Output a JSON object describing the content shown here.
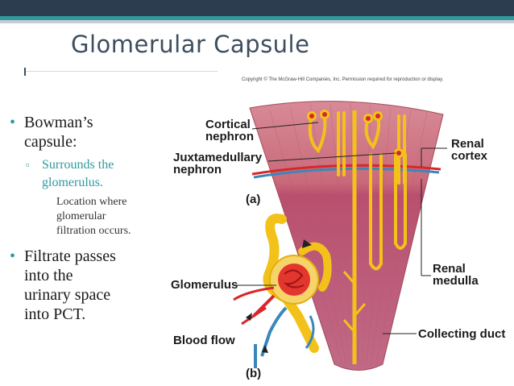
{
  "slide": {
    "title": "Glomerular Capsule"
  },
  "bullets": {
    "b1_text_1": "Bowman’s",
    "b1_text_2": "capsule:",
    "b1_sub_text_1": "Surrounds the",
    "b1_sub_text_2": "glomerulus.",
    "b1_subsub_1": "Location where",
    "b1_subsub_2": "glomerular",
    "b1_subsub_3": "filtration occurs.",
    "b2_text_1": "Filtrate passes",
    "b2_text_2": "into the",
    "b2_text_3": "urinary space",
    "b2_text_4": "into PCT.",
    "level1_marker": "•",
    "level2_marker": "▫",
    "level3_marker": ""
  },
  "figure": {
    "copyright": "Copyright © The McGraw-Hill Companies, Inc. Permission required for reproduction or display.",
    "labels": {
      "cortical_1": "Cortical",
      "cortical_2": "nephron",
      "juxta_1": "Juxtamedullary",
      "juxta_2": "nephron",
      "renal_cortex_1": "Renal",
      "renal_cortex_2": "cortex",
      "a": "(a)",
      "renal_medulla_1": "Renal",
      "renal_medulla_2": "medulla",
      "glomerulus": "Glomerulus",
      "collecting_duct": "Collecting duct",
      "blood_flow": "Blood flow",
      "b": "(b)"
    },
    "colors": {
      "cortex": "#c96a7a",
      "medulla": "#b64a6b",
      "tubule": "#f3c21a",
      "artery": "#d9262a",
      "vein": "#3a87b9"
    }
  }
}
